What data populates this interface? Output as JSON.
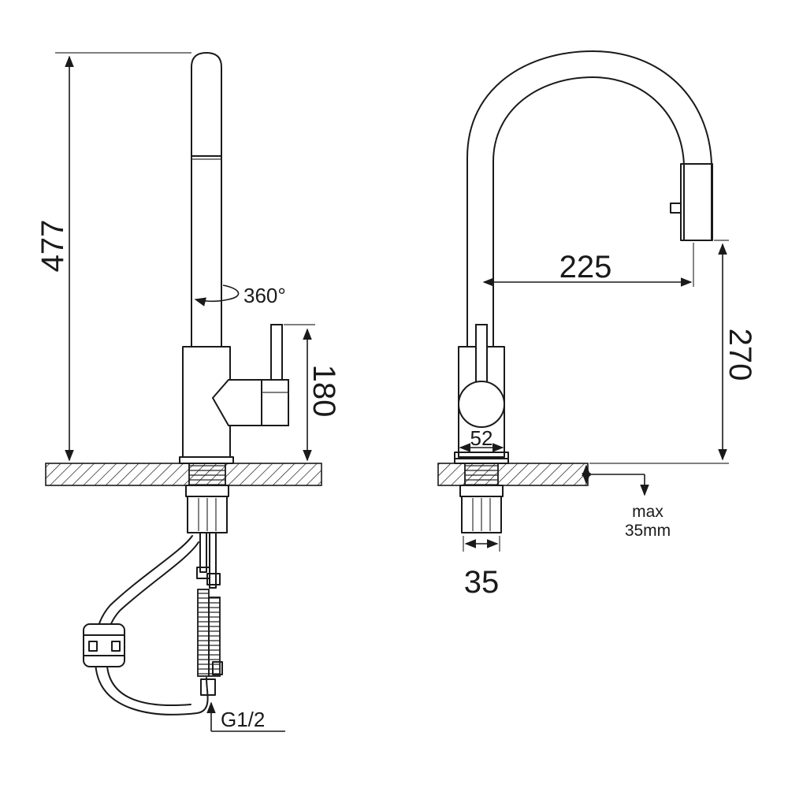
{
  "dimensions": {
    "total_height": "477",
    "rotation": "360°",
    "lever_height": "180",
    "reach": "225",
    "spout_height": "270",
    "body_width": "52",
    "thread_diameter": "35",
    "max_label": "max",
    "max_value": "35mm",
    "connection": "G1/2"
  },
  "colors": {
    "line": "#1a1a1a",
    "background": "#ffffff"
  }
}
